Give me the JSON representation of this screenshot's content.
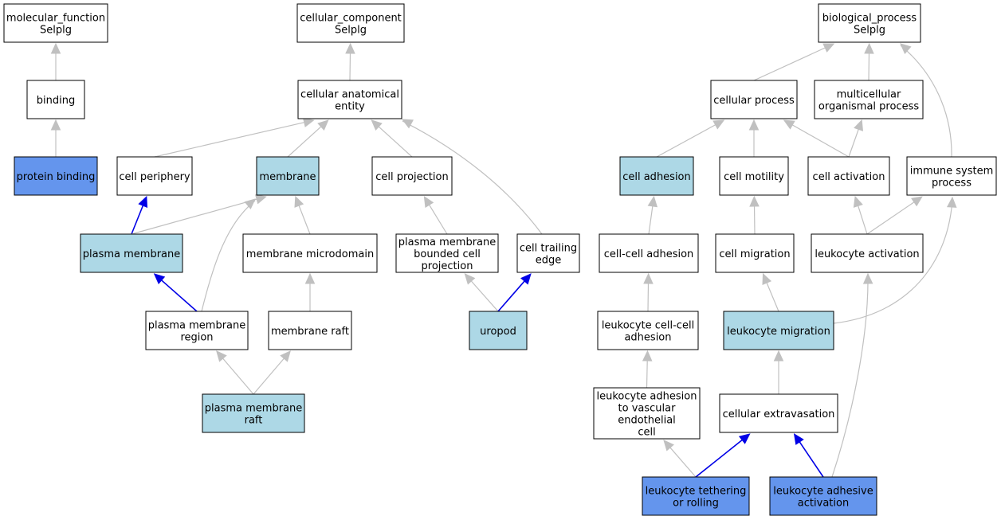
{
  "colors": {
    "default_fill": "#ffffff",
    "highlight_fill": "#add8e6",
    "strong_fill": "#6495ed",
    "edge_default": "#c0c0c0",
    "edge_strong": "#0000e6",
    "border": "#000000"
  },
  "nodes": [
    {
      "id": "mf_root",
      "lines": [
        "molecular_function",
        "Selplg"
      ],
      "style": "default"
    },
    {
      "id": "binding",
      "lines": [
        "binding"
      ],
      "style": "default"
    },
    {
      "id": "protein_binding",
      "lines": [
        "protein binding"
      ],
      "style": "strong"
    },
    {
      "id": "cc_root",
      "lines": [
        "cellular_component",
        "Selplg"
      ],
      "style": "default"
    },
    {
      "id": "cae",
      "lines": [
        "cellular anatomical",
        "entity"
      ],
      "style": "default"
    },
    {
      "id": "cell_periphery",
      "lines": [
        "cell periphery"
      ],
      "style": "default"
    },
    {
      "id": "membrane",
      "lines": [
        "membrane"
      ],
      "style": "highlight"
    },
    {
      "id": "cell_projection",
      "lines": [
        "cell projection"
      ],
      "style": "default"
    },
    {
      "id": "plasma_membrane",
      "lines": [
        "plasma membrane"
      ],
      "style": "highlight"
    },
    {
      "id": "membrane_microdomain",
      "lines": [
        "membrane microdomain"
      ],
      "style": "default"
    },
    {
      "id": "pm_bounded",
      "lines": [
        "plasma membrane",
        "bounded cell",
        "projection"
      ],
      "style": "default"
    },
    {
      "id": "cell_trailing",
      "lines": [
        "cell trailing",
        "edge"
      ],
      "style": "default"
    },
    {
      "id": "pm_region",
      "lines": [
        "plasma membrane",
        "region"
      ],
      "style": "default"
    },
    {
      "id": "membrane_raft",
      "lines": [
        "membrane raft"
      ],
      "style": "default"
    },
    {
      "id": "uropod",
      "lines": [
        "uropod"
      ],
      "style": "highlight"
    },
    {
      "id": "pm_raft",
      "lines": [
        "plasma membrane",
        "raft"
      ],
      "style": "highlight"
    },
    {
      "id": "bp_root",
      "lines": [
        "biological_process",
        "Selplg"
      ],
      "style": "default"
    },
    {
      "id": "cellular_process",
      "lines": [
        "cellular process"
      ],
      "style": "default"
    },
    {
      "id": "multicellular",
      "lines": [
        "multicellular",
        "organismal process"
      ],
      "style": "default"
    },
    {
      "id": "cell_adhesion",
      "lines": [
        "cell adhesion"
      ],
      "style": "highlight"
    },
    {
      "id": "cell_motility",
      "lines": [
        "cell motility"
      ],
      "style": "default"
    },
    {
      "id": "cell_activation",
      "lines": [
        "cell activation"
      ],
      "style": "default"
    },
    {
      "id": "immune",
      "lines": [
        "immune system",
        "process"
      ],
      "style": "default"
    },
    {
      "id": "cc_adhesion",
      "lines": [
        "cell-cell adhesion"
      ],
      "style": "default"
    },
    {
      "id": "cell_migration",
      "lines": [
        "cell migration"
      ],
      "style": "default"
    },
    {
      "id": "leuk_activation",
      "lines": [
        "leukocyte activation"
      ],
      "style": "default"
    },
    {
      "id": "leuk_cc_adhesion",
      "lines": [
        "leukocyte cell-cell",
        "adhesion"
      ],
      "style": "default"
    },
    {
      "id": "leuk_migration",
      "lines": [
        "leukocyte migration"
      ],
      "style": "highlight"
    },
    {
      "id": "leuk_adh_vasc",
      "lines": [
        "leukocyte adhesion",
        "to vascular",
        "endothelial",
        "cell"
      ],
      "style": "default"
    },
    {
      "id": "extravasation",
      "lines": [
        "cellular extravasation"
      ],
      "style": "default"
    },
    {
      "id": "tethering",
      "lines": [
        "leukocyte tethering",
        "or rolling"
      ],
      "style": "strong"
    },
    {
      "id": "adhesive_act",
      "lines": [
        "leukocyte adhesive",
        "activation"
      ],
      "style": "strong"
    }
  ],
  "edges": [
    {
      "from": "binding",
      "to": "mf_root",
      "style": "default"
    },
    {
      "from": "protein_binding",
      "to": "binding",
      "style": "default"
    },
    {
      "from": "cae",
      "to": "cc_root",
      "style": "default"
    },
    {
      "from": "cell_periphery",
      "to": "cae",
      "style": "default"
    },
    {
      "from": "membrane",
      "to": "cae",
      "style": "default"
    },
    {
      "from": "cell_projection",
      "to": "cae",
      "style": "default"
    },
    {
      "from": "cell_trailing",
      "to": "cae",
      "style": "default"
    },
    {
      "from": "plasma_membrane",
      "to": "cell_periphery",
      "style": "strong"
    },
    {
      "from": "plasma_membrane",
      "to": "membrane",
      "style": "default"
    },
    {
      "from": "membrane_microdomain",
      "to": "membrane",
      "style": "default"
    },
    {
      "from": "pm_region",
      "to": "membrane",
      "style": "default"
    },
    {
      "from": "pm_bounded",
      "to": "cell_projection",
      "style": "default"
    },
    {
      "from": "pm_region",
      "to": "plasma_membrane",
      "style": "strong"
    },
    {
      "from": "membrane_raft",
      "to": "membrane_microdomain",
      "style": "default"
    },
    {
      "from": "uropod",
      "to": "pm_bounded",
      "style": "default"
    },
    {
      "from": "uropod",
      "to": "cell_trailing",
      "style": "strong"
    },
    {
      "from": "pm_raft",
      "to": "pm_region",
      "style": "default"
    },
    {
      "from": "pm_raft",
      "to": "membrane_raft",
      "style": "default"
    },
    {
      "from": "cellular_process",
      "to": "bp_root",
      "style": "default"
    },
    {
      "from": "multicellular",
      "to": "bp_root",
      "style": "default"
    },
    {
      "from": "immune",
      "to": "bp_root",
      "style": "default"
    },
    {
      "from": "cell_adhesion",
      "to": "cellular_process",
      "style": "default"
    },
    {
      "from": "cell_motility",
      "to": "cellular_process",
      "style": "default"
    },
    {
      "from": "cell_activation",
      "to": "cellular_process",
      "style": "default"
    },
    {
      "from": "cell_activation",
      "to": "multicellular",
      "style": "default"
    },
    {
      "from": "cc_adhesion",
      "to": "cell_adhesion",
      "style": "default"
    },
    {
      "from": "cell_migration",
      "to": "cell_motility",
      "style": "default"
    },
    {
      "from": "leuk_activation",
      "to": "cell_activation",
      "style": "default"
    },
    {
      "from": "leuk_activation",
      "to": "immune",
      "style": "default"
    },
    {
      "from": "leuk_migration",
      "to": "immune",
      "style": "default"
    },
    {
      "from": "leuk_cc_adhesion",
      "to": "cc_adhesion",
      "style": "default"
    },
    {
      "from": "leuk_migration",
      "to": "cell_migration",
      "style": "default"
    },
    {
      "from": "leuk_adh_vasc",
      "to": "leuk_cc_adhesion",
      "style": "default"
    },
    {
      "from": "extravasation",
      "to": "leuk_migration",
      "style": "default"
    },
    {
      "from": "tethering",
      "to": "leuk_adh_vasc",
      "style": "default"
    },
    {
      "from": "tethering",
      "to": "extravasation",
      "style": "strong"
    },
    {
      "from": "adhesive_act",
      "to": "extravasation",
      "style": "strong"
    },
    {
      "from": "adhesive_act",
      "to": "leuk_activation",
      "style": "default"
    }
  ]
}
